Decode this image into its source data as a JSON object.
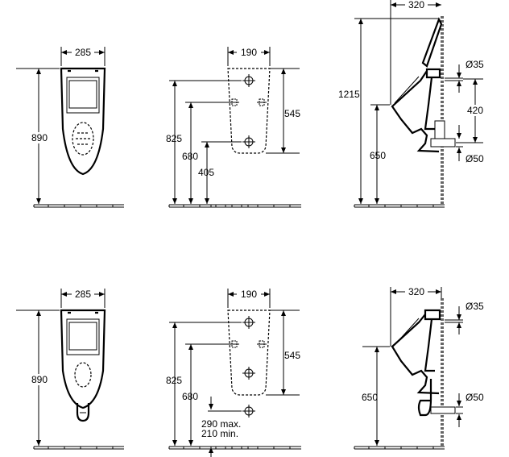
{
  "top_row": {
    "front_view": {
      "width": "285",
      "height": "890"
    },
    "wall_plate": {
      "width": "190",
      "h_inlet": "825",
      "h_fixing": "680",
      "h_outlet": "405",
      "plate_height": "545"
    },
    "side_view": {
      "depth": "320",
      "total_height": "1215",
      "rim_height": "650",
      "inlet_dia": "Ø35",
      "inlet_outlet_distance": "420",
      "outlet_dia": "Ø50"
    }
  },
  "bottom_row": {
    "front_view": {
      "width": "285",
      "height": "890"
    },
    "wall_plate": {
      "width": "190",
      "h_inlet": "825",
      "h_fixing": "680",
      "plate_height": "545",
      "outlet_max": "290 max.",
      "outlet_min": "210 min."
    },
    "side_view": {
      "depth": "320",
      "rim_height": "650",
      "inlet_dia": "Ø35",
      "outlet_dia": "Ø50"
    }
  }
}
